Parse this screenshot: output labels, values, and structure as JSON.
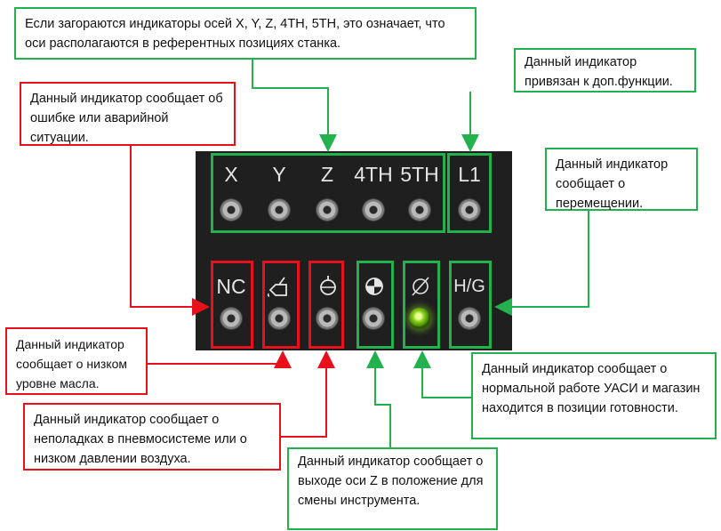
{
  "panel": {
    "axis_labels": [
      "X",
      "Y",
      "Z",
      "4TH",
      "5TH",
      "L1"
    ],
    "status_labels": [
      "NC",
      "H/G"
    ],
    "icons": [
      "oil-can-icon",
      "pressure-gauge-icon",
      "tool-change-position-icon",
      "rotation-icon"
    ],
    "lit_indicator": "rotation-indicator",
    "lit_color": "#8fd31a"
  },
  "notes": {
    "axes": "Если загораются индикаторы осей X, Y, Z, 4TH, 5TH, это означает, что оси располагаются в референтных позициях станка.",
    "l1": "Данный индикатор привязан к доп.функции.",
    "nc": "Данный индикатор сообщает об ошибке или аварийной ситуации.",
    "hg": "Данный индикатор сообщает о перемещении.",
    "oil": "Данный индикатор сообщает о низком уровне масла.",
    "air": "Данный индикатор сообщает о неполадках в пневмосистеме или о низком давлении воздуха.",
    "tool": "Данный индикатор сообщает о выходе оси Z в положение для смены инструмента.",
    "atc": "Данный индикатор сообщает о нормальной работе УАСИ и магазин находится в позиции готовности."
  },
  "colors": {
    "info": "#22b14c",
    "alarm": "#e8101a",
    "panel": "#1f1f1f"
  }
}
